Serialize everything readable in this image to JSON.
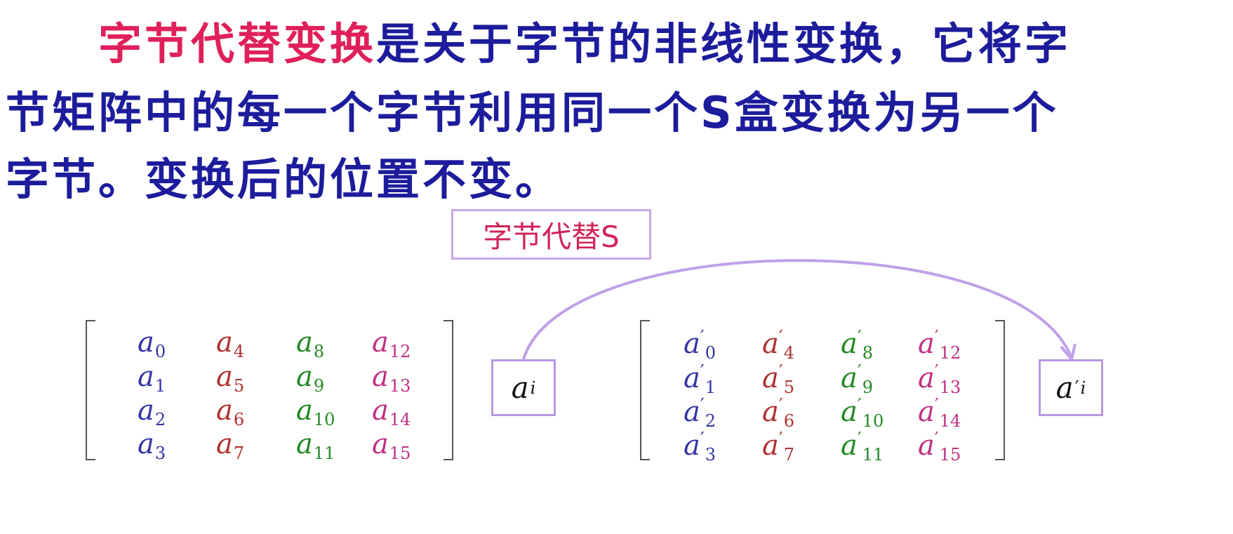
{
  "text": {
    "highlight": "字节代替变换",
    "line1_rest": "是关于字节的非线性变换，它将字",
    "line2": "节矩阵中的每一个字节利用同一个S盒变换为另一个",
    "line3": "字节。变换后的位置不变。"
  },
  "sbox_label": "字节代替S",
  "matrix_before": {
    "symbol": "a",
    "prime": false,
    "indices": [
      [
        0,
        4,
        8,
        12
      ],
      [
        1,
        5,
        9,
        13
      ],
      [
        2,
        6,
        10,
        14
      ],
      [
        3,
        7,
        11,
        15
      ]
    ]
  },
  "matrix_after": {
    "symbol": "a",
    "prime": true,
    "indices": [
      [
        0,
        4,
        8,
        12
      ],
      [
        1,
        5,
        9,
        13
      ],
      [
        2,
        6,
        10,
        14
      ],
      [
        3,
        7,
        11,
        15
      ]
    ]
  },
  "highlight_before": {
    "symbol": "a",
    "sub": "i"
  },
  "highlight_after": {
    "symbol": "a",
    "sub": "i",
    "prime": "′"
  },
  "colors": {
    "text": "#1c1c9c",
    "accent": "#e0205a",
    "col0": "#3434a4",
    "col1": "#b03030",
    "col2": "#228a22",
    "col3": "#c03084",
    "box_border": "#c8a8e8"
  }
}
